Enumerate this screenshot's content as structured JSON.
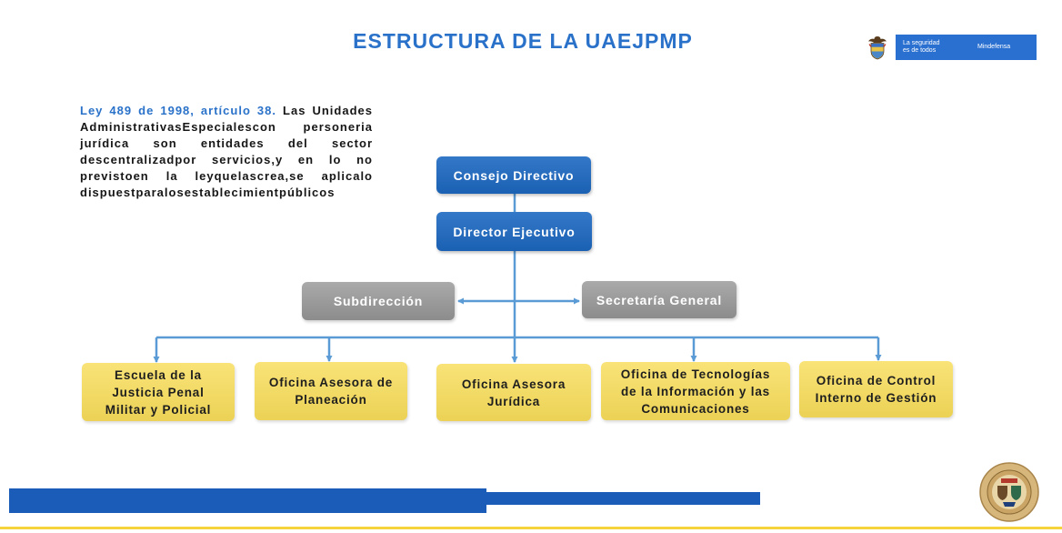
{
  "slide": {
    "title": "ESTRUCTURA DE LA UAEJPMP"
  },
  "brand": {
    "coat_of_arms_icon": "coat-of-arms-icon",
    "slogan_line1": "La seguridad",
    "slogan_line2": "es de todos",
    "ministry": "Mindefensa"
  },
  "legal_note": {
    "citation": "Ley 489 de 1998, artículo 38.",
    "first_line_rest": "Las Unidades",
    "lines": [
      "AdministrativasEspecialescon personeria",
      "jurídica son entidades del sector",
      "descentralizadpor servicios,y en lo no",
      "previstoen la leyquelascrea,se aplicalo",
      "dispuestparalosestablecimientpúblicos"
    ]
  },
  "org_chart": {
    "governing": {
      "board": "Consejo Directivo",
      "director": "Director Ejecutivo"
    },
    "staff_units": [
      "Subdirección",
      "Secretaría General"
    ],
    "offices": [
      {
        "lines": [
          "Escuela de la",
          "Justicia Penal",
          "Militar y Policial"
        ]
      },
      {
        "lines": [
          "Oficina Asesora de",
          "Planeación"
        ]
      },
      {
        "lines": [
          "Oficina Asesora",
          "Jurídica"
        ]
      },
      {
        "lines": [
          "Oficina de Tecnologías",
          "de la Información y las",
          "Comunicaciones"
        ]
      },
      {
        "lines": [
          "Oficina de Control",
          "Interno de Gestión"
        ]
      }
    ]
  },
  "footer": {
    "emblem_icon": "institutional-seal-icon"
  },
  "colors": {
    "title_blue": "#2a72c9",
    "brand_blue": "#2a70d0",
    "executive_box": "#1d69c2",
    "staff_box": "#9c9c9c",
    "office_box": "#f8dd5a",
    "connector": "#5b9bd5",
    "footer_bar": "#1b5cb9",
    "accent_line": "#f4d43a"
  }
}
